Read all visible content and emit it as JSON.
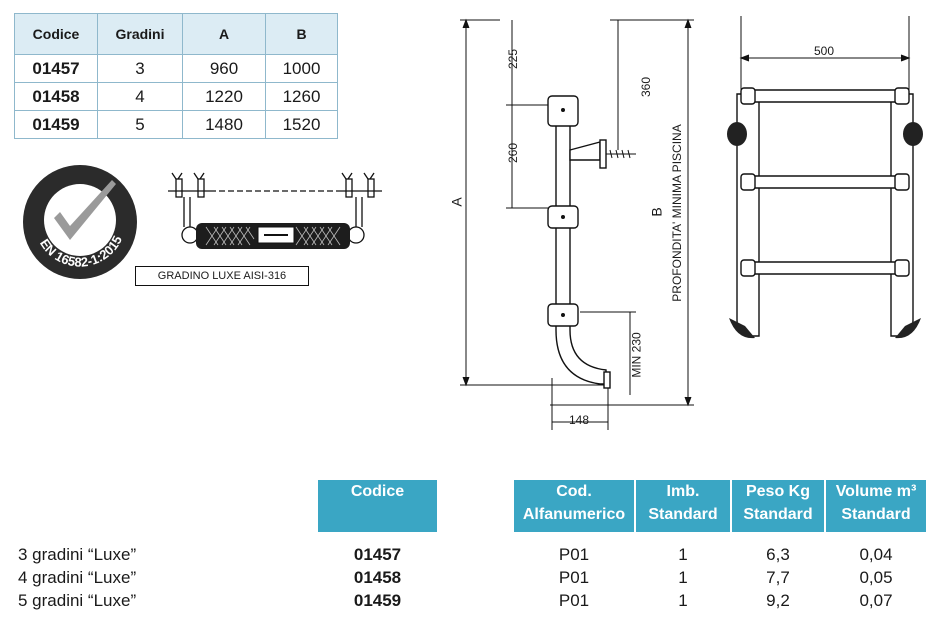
{
  "spec_table": {
    "headers": [
      "Codice",
      "Gradini",
      "A",
      "B"
    ],
    "rows": [
      [
        "01457",
        "3",
        "960",
        "1000"
      ],
      [
        "01458",
        "4",
        "1220",
        "1260"
      ],
      [
        "01459",
        "5",
        "1480",
        "1520"
      ]
    ]
  },
  "logo": {
    "text": "EN 16582-1:2015"
  },
  "step_detail": {
    "label": "GRADINO LUXE AISI-316"
  },
  "side_view": {
    "dim_225": "225",
    "dim_360": "360",
    "dim_260": "260",
    "dim_A": "A",
    "dim_B": "B",
    "depth_label": "PROFONDITA' MINIMA PISCINA",
    "dim_min230": "MIN 230",
    "dim_148": "148"
  },
  "front_view": {
    "dim_500": "500"
  },
  "product_table": {
    "header_codice": "Codice",
    "header_cod_1": "Cod.",
    "header_cod_2": "Alfanumerico",
    "header_imb_1": "Imb.",
    "header_imb_2": "Standard",
    "header_peso_1": "Peso Kg",
    "header_peso_2": "Standard",
    "header_vol_1": "Volume m³",
    "header_vol_2": "Standard",
    "rows": [
      {
        "desc": "3 gradini “Luxe”",
        "code": "01457",
        "alfa": "P01",
        "imb": "1",
        "peso": "6,3",
        "vol": "0,04"
      },
      {
        "desc": "4 gradini “Luxe”",
        "code": "01458",
        "alfa": "P01",
        "imb": "1",
        "peso": "7,7",
        "vol": "0,05"
      },
      {
        "desc": "5 gradini “Luxe”",
        "code": "01459",
        "alfa": "P01",
        "imb": "1",
        "peso": "9,2",
        "vol": "0,07"
      }
    ]
  }
}
